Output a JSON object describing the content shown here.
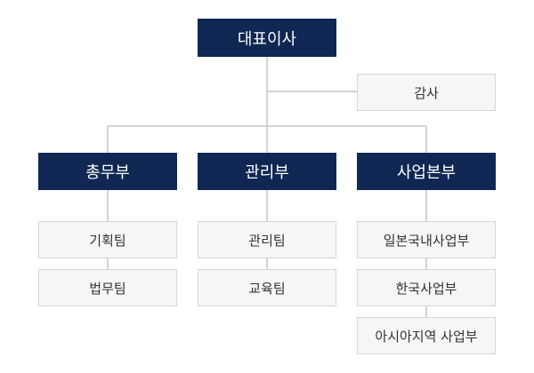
{
  "chart": {
    "ceo": "대표이사",
    "audit": "감사",
    "divisions": [
      {
        "name": "총무부",
        "teams": [
          "기획팀",
          "법무팀"
        ]
      },
      {
        "name": "관리부",
        "teams": [
          "관리팀",
          "교육팀"
        ]
      },
      {
        "name": "사업본부",
        "teams": [
          "일본국내사업부",
          "한국사업부",
          "아시아지역 사업부"
        ]
      }
    ]
  },
  "colors": {
    "primary": "#0f2752",
    "node_bg": "#f6f6f6",
    "node_border": "#d6d6d6",
    "connector": "#d3d3d3"
  }
}
